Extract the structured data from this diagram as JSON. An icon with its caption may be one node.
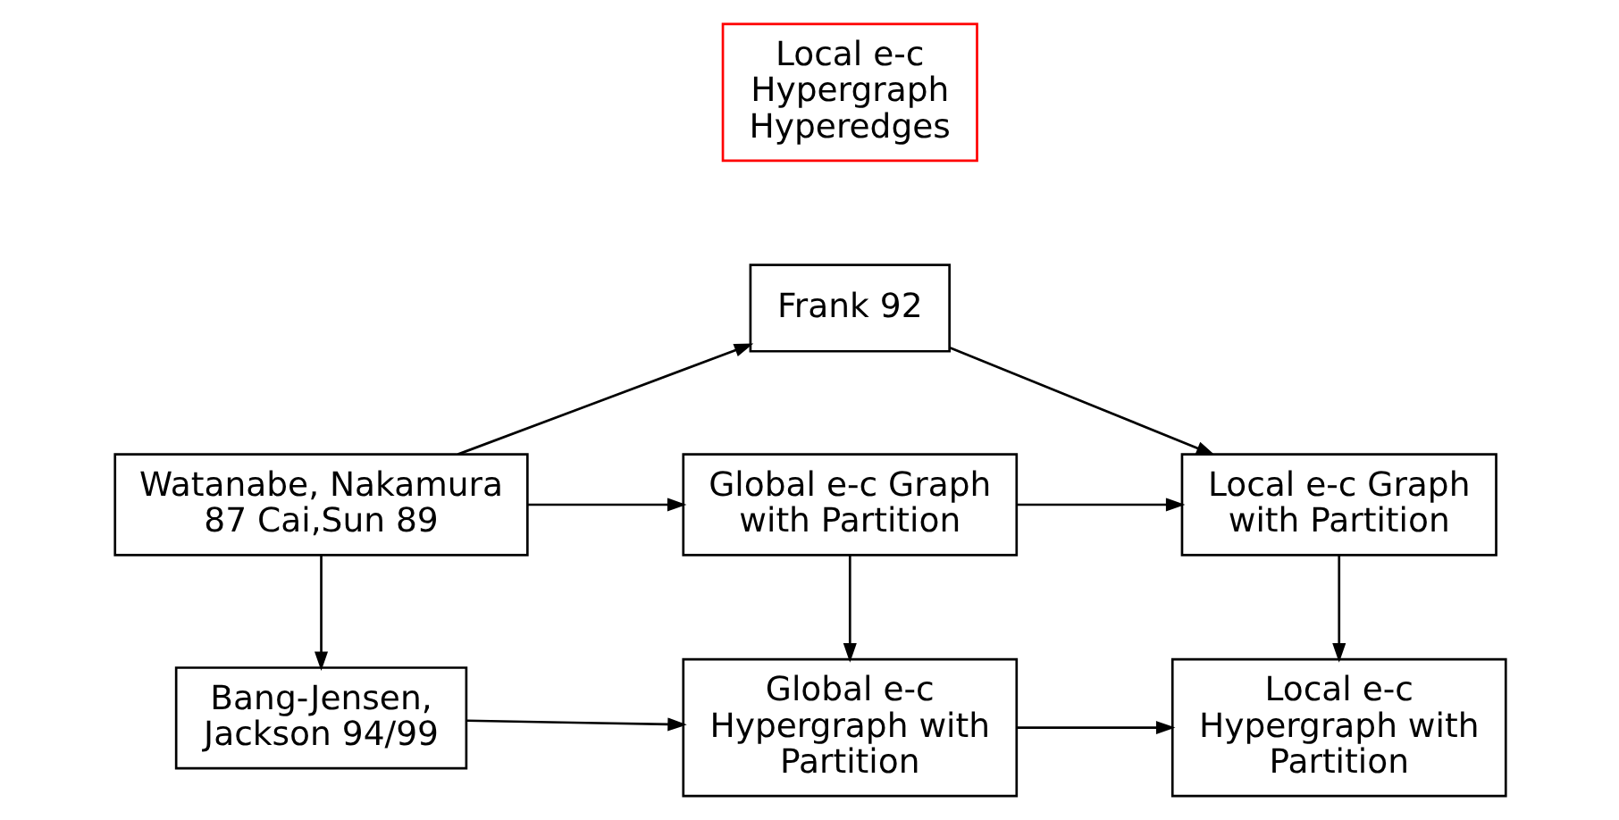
{
  "diagram": {
    "nodes": [
      {
        "text": [
          "Global e-c Hypergraph with Partition"
        ]
      },
      {
        "text": [
          "Local e-c Hypergraph with Partition"
        ]
      },
      {
        "text": [
          "Bang-Jensen, Jackson 94/99"
        ]
      },
      {
        "text": [
          "Local e-c Hypergraph Hyperedges"
        ]
      },
      {
        "text": [
          "Global e-c Graph with Partition"
        ]
      },
      {
        "text": [
          "Local e-c Graph with Partition"
        ]
      },
      {
        "text": [
          "Watanabe, Nakamura 87 Cai,Sun 89"
        ]
      },
      {
        "text": [
          "Frank 92"
        ]
      }
    ],
    "edges": [
      {
        "from": 2,
        "to": 0,
        "arrow": "to"
      },
      {
        "from": 0,
        "to": 1,
        "arrow": "to"
      },
      {
        "from": 4,
        "to": 0,
        "arrow": "to"
      },
      {
        "from": 5,
        "to": 1,
        "arrow": "to"
      },
      {
        "from": 6,
        "to": 2,
        "arrow": "to"
      },
      {
        "from": 6,
        "to": 4,
        "arrow": "to"
      },
      {
        "from": 4,
        "to": 5,
        "arrow": "to"
      },
      {
        "from": 6,
        "to": 7,
        "arrow": "to"
      },
      {
        "from": 7,
        "to": 5,
        "arrow": "to"
      }
    ]
  }
}
